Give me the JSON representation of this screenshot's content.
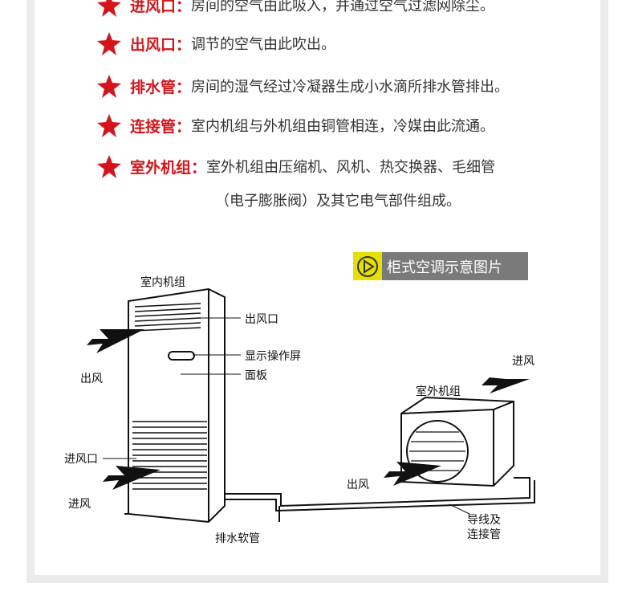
{
  "descriptions": [
    {
      "term": "进风口：",
      "text": "房间的空气由此吸入，并通过空气过滤网除尘。"
    },
    {
      "term": "出风口：",
      "text": "调节的空气由此吹出。"
    },
    {
      "term": "排水管：",
      "text": "房间的湿气经过冷凝器生成小水滴所排水管排出。"
    },
    {
      "term": "连接管：",
      "text": "室内机组与外机组由铜管相连，冷媒由此流通。"
    },
    {
      "term": "室外机组：",
      "text": "室外机组由压缩机、风机、热交换器、毛细管"
    }
  ],
  "continuation": "（电子膨胀阀）及其它电气部件组成。",
  "banner": {
    "title": "柜式空调示意图片",
    "icon": "play-circle-icon"
  },
  "diagram": {
    "indoor_unit": "室内机组",
    "outlet": "出风口",
    "display": "显示操作屏",
    "panel": "面板",
    "air_out_left": "出风",
    "inlet": "进风口",
    "air_in_left": "进风",
    "drain_hose": "排水软管",
    "outdoor_unit": "室外机组",
    "air_in_right": "进风",
    "air_out_right": "出风",
    "wire_line1": "导线及",
    "wire_line2": "连接管"
  },
  "colors": {
    "accent": "#d4141a",
    "banner_bg": "#7a7a7a",
    "banner_icon": "#e5e000"
  }
}
